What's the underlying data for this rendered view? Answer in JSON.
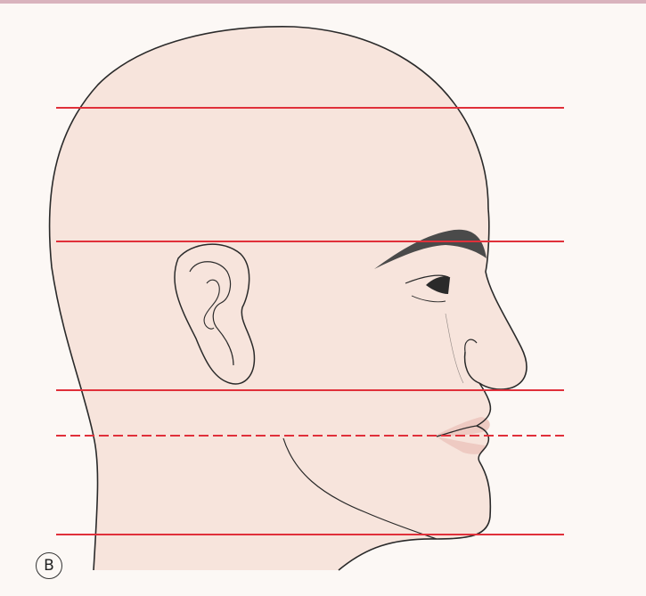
{
  "figure": {
    "panel_label": "B",
    "guide_line_color": "#e0303a",
    "skin_color": "#f7e4dc",
    "outline_color": "#2a2a2a",
    "border_color": "#d9b3bd",
    "brow_color": "#4a4a4a",
    "lip_color": "#eecac2",
    "guide_lines": [
      {
        "name": "hairline",
        "style": "solid"
      },
      {
        "name": "brow-line",
        "style": "solid"
      },
      {
        "name": "nose-base",
        "style": "solid"
      },
      {
        "name": "mouth-line",
        "style": "dashed"
      },
      {
        "name": "chin-line",
        "style": "solid"
      }
    ]
  }
}
